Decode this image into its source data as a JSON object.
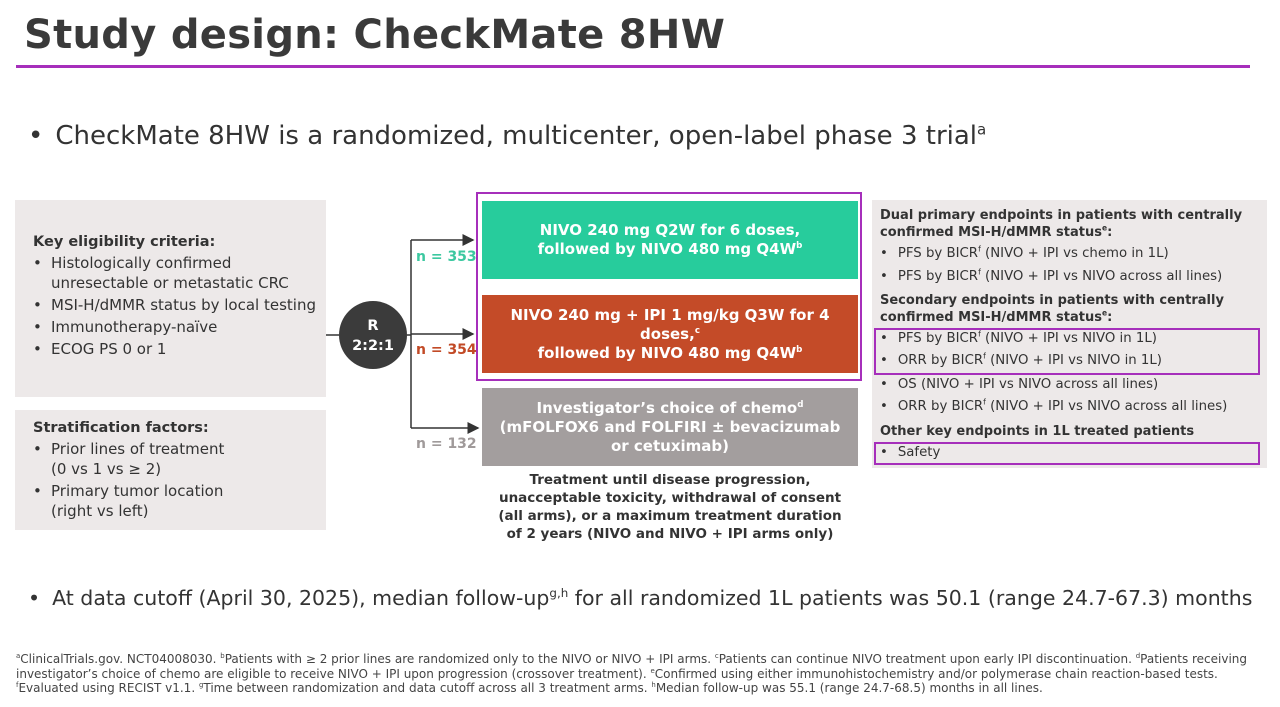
{
  "title": "Study design: CheckMate 8HW",
  "intro": {
    "bullet": "•",
    "text": "CheckMate 8HW is a randomized, multicenter, open-label phase 3 trial",
    "sup": "a"
  },
  "eligibility": {
    "heading": "Key eligibility criteria:",
    "items": [
      [
        "Histologically confirmed",
        "unresectable or metastatic CRC"
      ],
      [
        "MSI-H/dMMR status by local testing"
      ],
      [
        "Immunotherapy-naïve"
      ],
      [
        "ECOG PS 0 or 1"
      ]
    ]
  },
  "stratification": {
    "heading": "Stratification factors:",
    "items": [
      [
        "Prior lines of treatment",
        "(0 vs 1 vs ≥ 2)"
      ],
      [
        "Primary tumor location",
        "(right vs left)"
      ]
    ]
  },
  "randomization": {
    "label": "R",
    "ratio": "2:2:1"
  },
  "arms": [
    {
      "n": "n = 353",
      "line1": "NIVO 240 mg Q2W for 6 doses,",
      "line2": "followed by NIVO 480 mg Q4W",
      "line2_sup": "b",
      "line3": "",
      "line1_sup": "",
      "color": "#27cc9c"
    },
    {
      "n": "n = 354",
      "line1": "NIVO 240 mg + IPI 1 mg/kg Q3W for 4 doses,",
      "line1_sup": "c",
      "line2": "followed by NIVO 480 mg Q4W",
      "line2_sup": "b",
      "line3": "",
      "color": "#c44b28"
    },
    {
      "n": "n = 132",
      "line1": "Investigator’s choice of chemo",
      "line1_sup": "d",
      "line2": "(mFOLFOX6 and FOLFIRI ± bevacizumab",
      "line2_sup": "",
      "line3": "or cetuximab)",
      "color": "#a39e9e"
    }
  ],
  "treatment_note": [
    "Treatment until disease progression,",
    "unacceptable toxicity, withdrawal of consent",
    "(all arms), or a maximum treatment duration",
    "of 2 years (NIVO and NIVO + IPI arms only)"
  ],
  "endpoints": {
    "primary_heading": [
      "Dual primary endpoints in patients with centrally",
      "confirmed MSI-H/dMMR status"
    ],
    "primary_heading_sup": "e",
    "primary": [
      {
        "pre": "PFS by BICR",
        "sup": "f",
        "post": " (NIVO + IPI vs chemo in 1L)"
      },
      {
        "pre": "PFS by BICR",
        "sup": "f",
        "post": " (NIVO + IPI vs NIVO across all lines)"
      }
    ],
    "secondary_heading": [
      "Secondary endpoints in patients with centrally",
      "confirmed MSI-H/dMMR status"
    ],
    "secondary_heading_sup": "e",
    "secondary": [
      {
        "pre": "PFS by BICR",
        "sup": "f",
        "post": " (NIVO + IPI vs NIVO in 1L)"
      },
      {
        "pre": "ORR by BICR",
        "sup": "f",
        "post": " (NIVO + IPI vs NIVO in 1L)"
      },
      {
        "pre": "OS (NIVO + IPI vs NIVO across all lines)",
        "sup": "",
        "post": ""
      },
      {
        "pre": "ORR by BICR",
        "sup": "f",
        "post": " (NIVO + IPI vs NIVO across all lines)"
      }
    ],
    "other_heading": "Other key endpoints in 1L treated patients",
    "other": [
      {
        "pre": "Safety",
        "sup": "",
        "post": ""
      }
    ]
  },
  "cutoff": {
    "bullet": "•",
    "pre": "At data cutoff (April 30, 2025), median follow-up",
    "sup": "g,h",
    "post": " for all randomized 1L patients was 50.1 (range 24.7-67.3) months"
  },
  "footnotes": [
    {
      "sup": "a",
      "text": "ClinicalTrials.gov. NCT04008030. "
    },
    {
      "sup": "b",
      "text": "Patients with ≥ 2 prior lines are randomized only to the NIVO or NIVO + IPI arms. "
    },
    {
      "sup": "c",
      "text": "Patients can continue NIVO treatment upon early IPI discontinuation. "
    },
    {
      "sup": "d",
      "text": "Patients receiving investigator’s choice of chemo are eligible to receive NIVO + IPI upon progression (crossover treatment). "
    },
    {
      "sup": "e",
      "text": "Confirmed using either immunohistochemistry and/or polymerase chain reaction-based tests. "
    },
    {
      "sup": "f",
      "text": "Evaluated using RECIST v1.1. "
    },
    {
      "sup": "g",
      "text": "Time between randomization and data cutoff across all 3 treatment arms. "
    },
    {
      "sup": "h",
      "text": "Median follow-up was 55.1 (range 24.7-68.5) months in all lines."
    }
  ],
  "colors": {
    "accent": "#a62fbb",
    "nivo": "#27cc9c",
    "combo": "#c44b28",
    "chemo": "#a39e9e",
    "panel": "#ede9e9"
  }
}
